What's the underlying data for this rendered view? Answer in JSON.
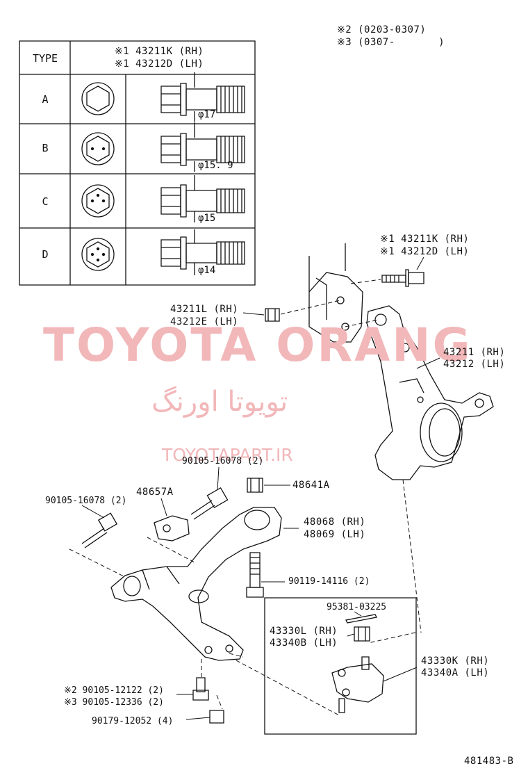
{
  "notes": {
    "note1": "※2 (0203-0307)",
    "note2": "※3 (0307-       )"
  },
  "table": {
    "header_type": "TYPE",
    "header_part1": "※1 43211K (RH)",
    "header_part2": "※1 43212D (LH)",
    "rows": [
      {
        "type": "A",
        "dim": "φ17"
      },
      {
        "type": "B",
        "dim": "φ15. 9"
      },
      {
        "type": "C",
        "dim": "φ15"
      },
      {
        "type": "D",
        "dim": "φ14"
      }
    ]
  },
  "labels": {
    "bolt_rh": "※1 43211K (RH)",
    "bolt_lh": "※1 43212D (LH)",
    "nut_rh": "43211L (RH)",
    "nut_lh": "43212E (LH)",
    "knuckle_rh": "43211 (RH)",
    "knuckle_lh": "43212 (LH)",
    "bolt_90105_16078_a": "90105-16078 (2)",
    "bracket_48657A": "48657A",
    "nut_48641A": "48641A",
    "bolt_90105_16078_b": "90105-16078 (2)",
    "arm_rh": "48068 (RH)",
    "arm_lh": "48069 (LH)",
    "bolt_90119": "90119-14116 (2)",
    "pin_95381": "95381-03225",
    "nut_43330L": "43330L (RH)",
    "nut_43340B": "43340B (LH)",
    "joint_rh": "43330K (RH)",
    "joint_lh": "43340A (LH)",
    "bolt_note2": "※2 90105-12122 (2)",
    "bolt_note3": "※3 90105-12336 (2)",
    "nut_90179": "90179-12052 (4)",
    "figure_number": "481483-B"
  },
  "watermark": {
    "brand": "TOYOTA ORANG",
    "persian": "تويوتا اورنگ",
    "url": "TOYOTAPART.IR"
  }
}
